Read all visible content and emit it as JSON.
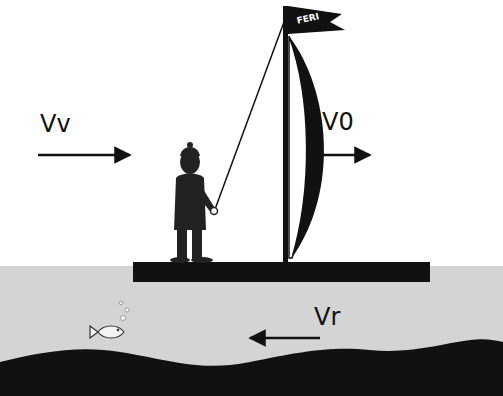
{
  "diagram": {
    "labels": [
      "Vv",
      "V0",
      "Vr",
      "FERI"
    ]
  }
}
